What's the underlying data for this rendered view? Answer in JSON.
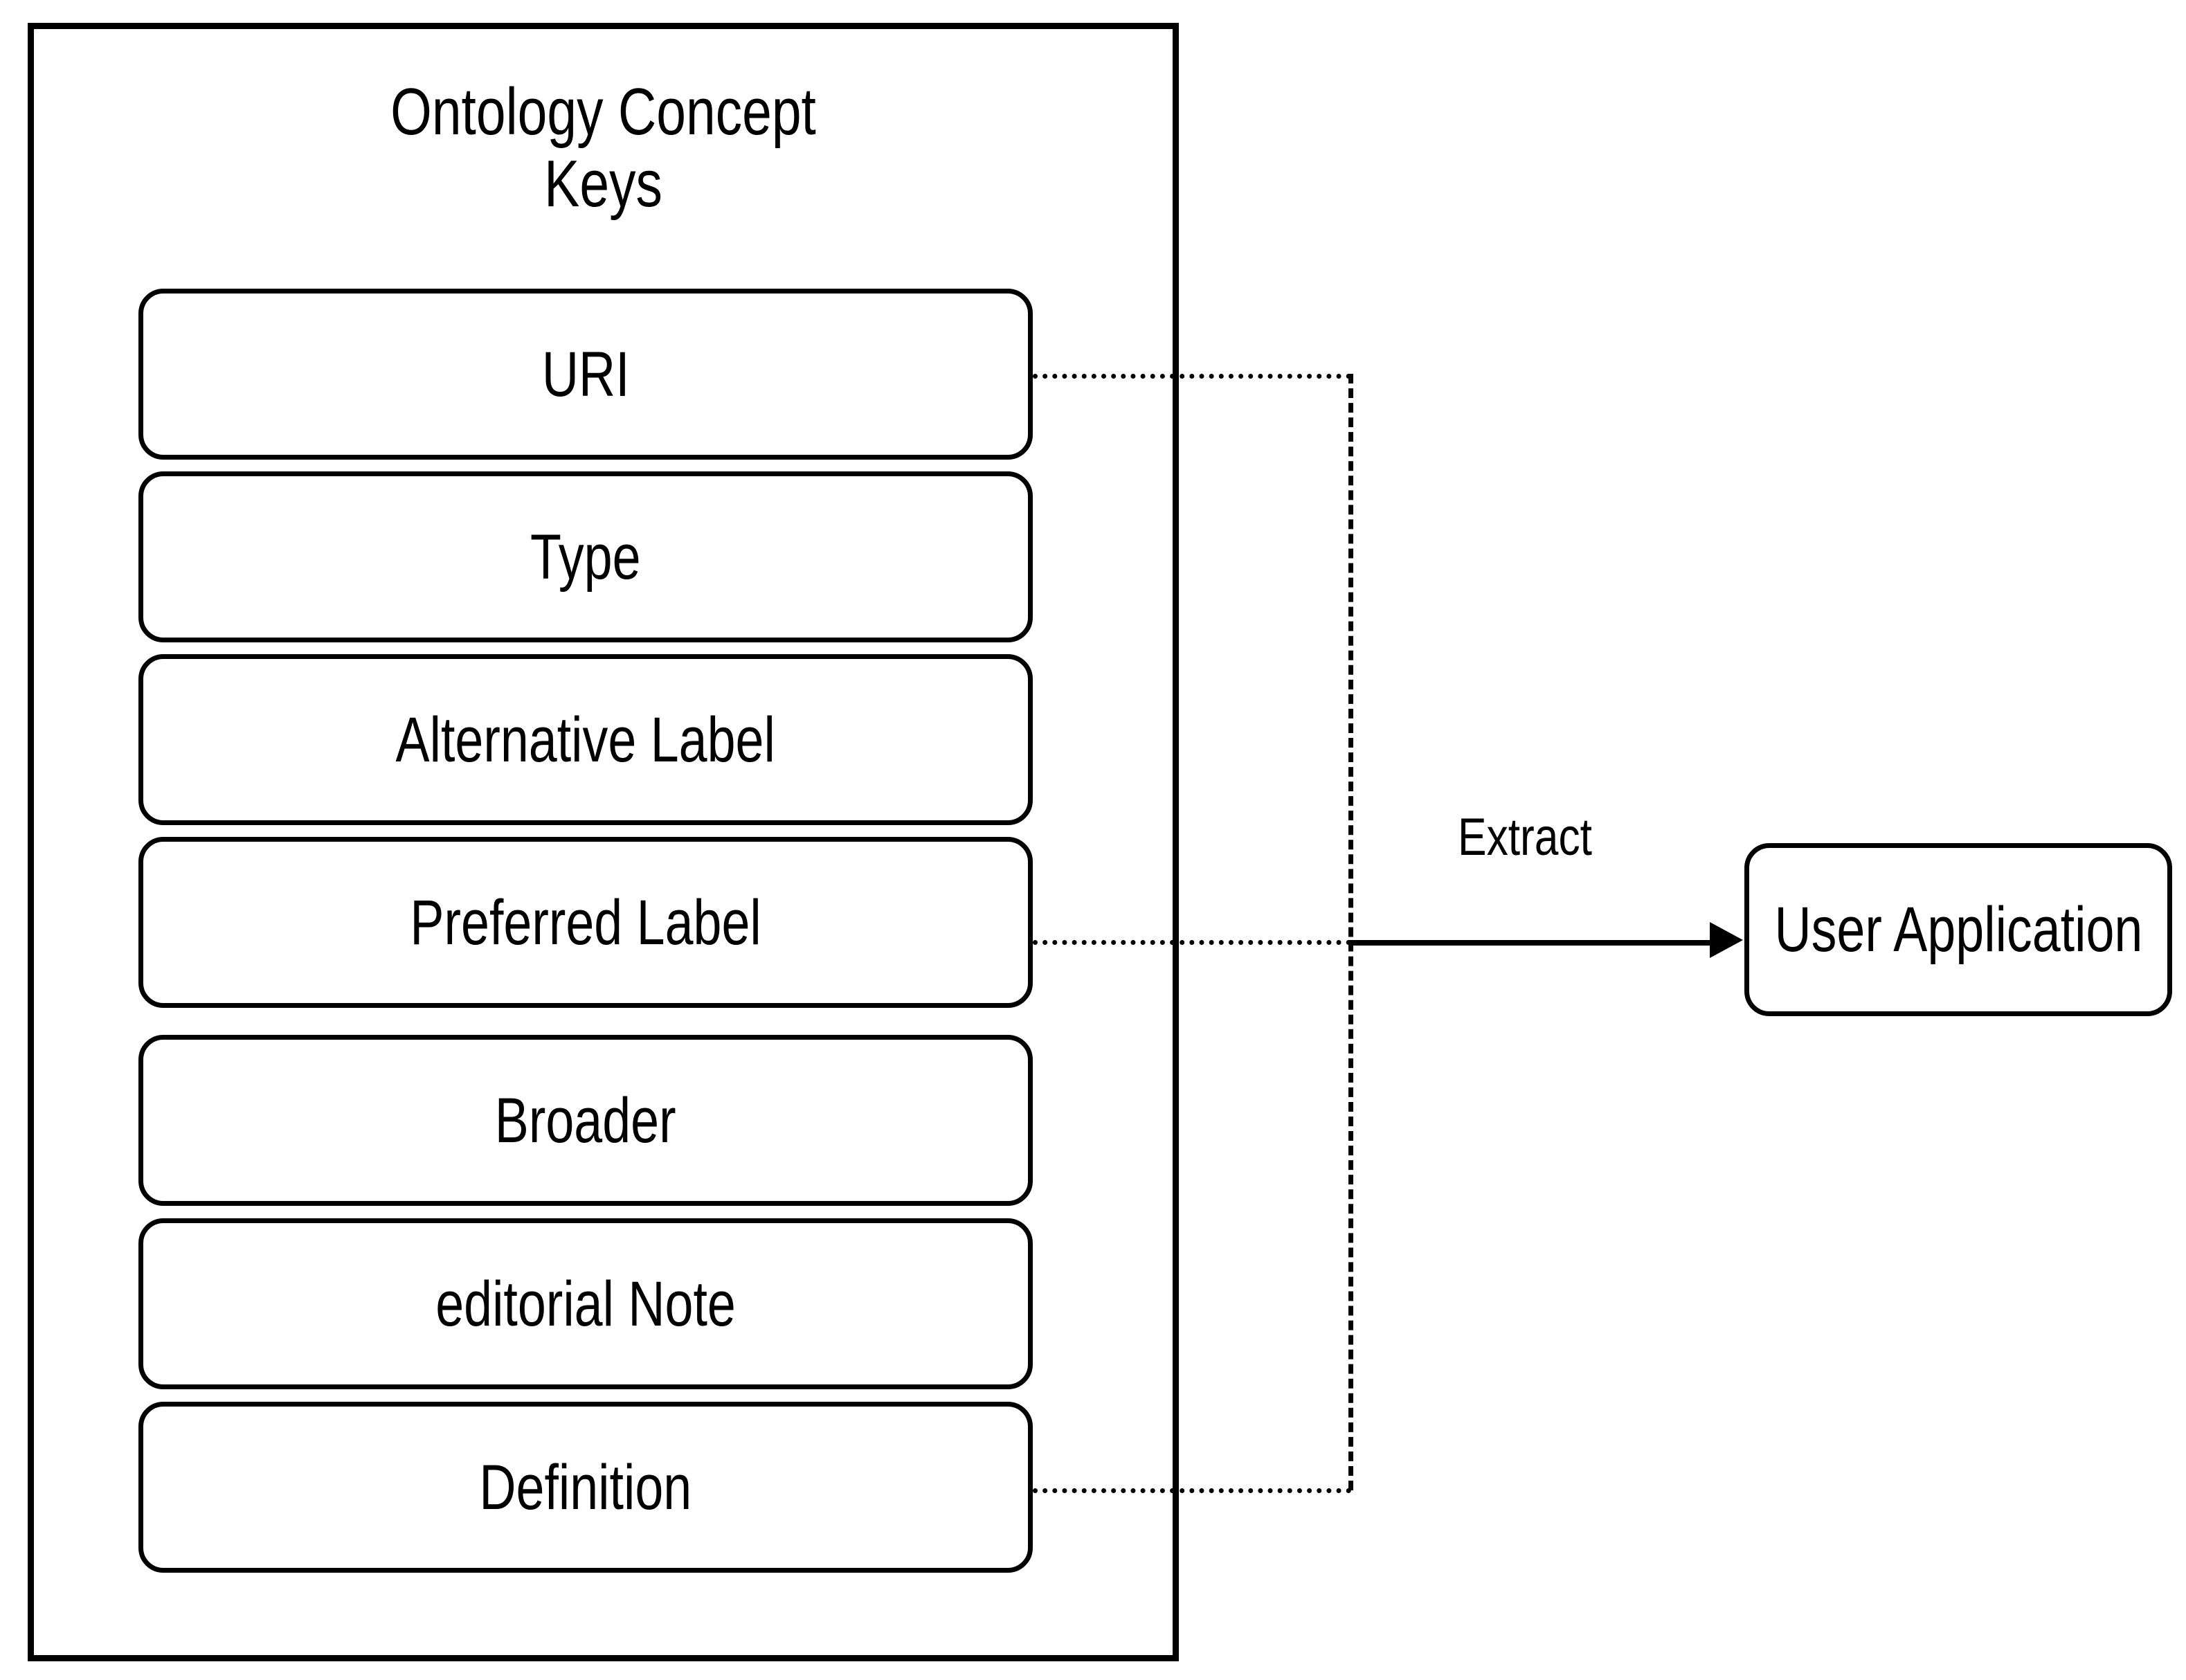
{
  "diagram": {
    "title": "Ontology Concept Keys",
    "title_lines": [
      "Ontology Concept",
      "Keys"
    ],
    "background_color": "#ffffff",
    "stroke_color": "#000000"
  },
  "container": {
    "heading": "Ontology Concept\nKeys",
    "keys": [
      {
        "label": "URI",
        "connected": true
      },
      {
        "label": "Type",
        "connected": false
      },
      {
        "label": "Alternative Label",
        "connected": false
      },
      {
        "label": "Preferred Label",
        "connected": true
      },
      {
        "label": "Broader",
        "connected": false
      },
      {
        "label": "editorial Note",
        "connected": false
      },
      {
        "label": "Definition",
        "connected": true
      }
    ]
  },
  "flow": {
    "edge_label": "Extract",
    "target_label": "User Application",
    "arrow_direction": "right",
    "connector_style": "dotted",
    "arrow_style": "solid"
  }
}
